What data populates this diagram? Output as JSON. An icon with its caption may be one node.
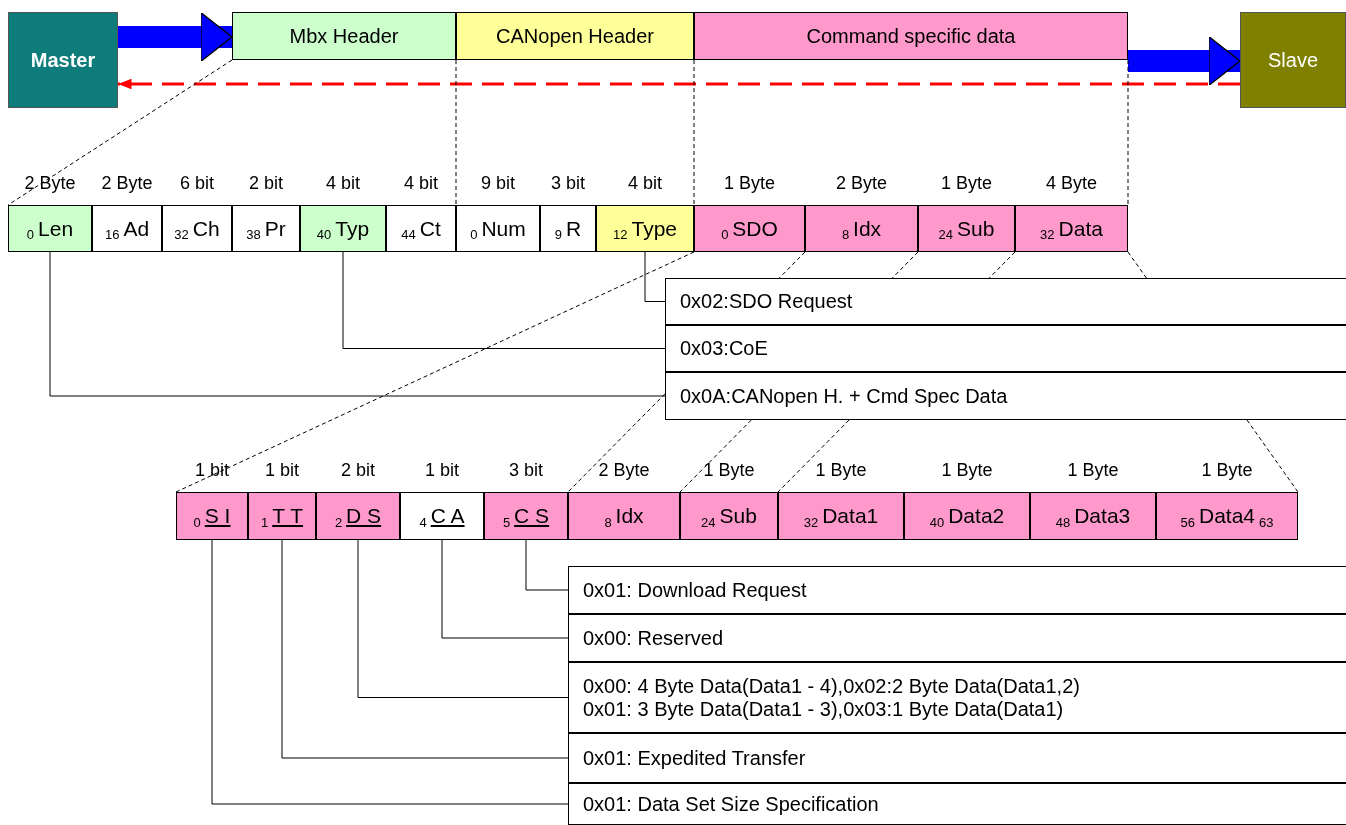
{
  "diagram": {
    "nodes": [
      {
        "text": [
          "Master"
        ]
      },
      {
        "text": [
          "Mbx Header"
        ]
      },
      {
        "text": [
          "CANopen Header"
        ]
      },
      {
        "text": [
          "Command specific data"
        ]
      },
      {
        "text": [
          "Slave"
        ]
      },
      {
        "text": [
          "0",
          "Len"
        ],
        "beside": [
          "2 Byte"
        ]
      },
      {
        "text": [
          "16",
          "Ad"
        ],
        "beside": [
          "2 Byte"
        ]
      },
      {
        "text": [
          "32",
          "Ch"
        ],
        "beside": [
          "6 bit"
        ]
      },
      {
        "text": [
          "38",
          "Pr"
        ],
        "beside": [
          "2 bit"
        ]
      },
      {
        "text": [
          "40",
          "Typ"
        ],
        "beside": [
          "4 bit"
        ]
      },
      {
        "text": [
          "44",
          "Ct"
        ],
        "beside": [
          "4 bit"
        ]
      },
      {
        "text": [
          "0",
          "Num"
        ],
        "beside": [
          "9 bit"
        ]
      },
      {
        "text": [
          "9",
          "R"
        ],
        "beside": [
          "3 bit"
        ]
      },
      {
        "text": [
          "12",
          "Type"
        ],
        "beside": [
          "4 bit"
        ]
      },
      {
        "text": [
          "0",
          "SDO"
        ],
        "beside": [
          "1 Byte"
        ]
      },
      {
        "text": [
          "8",
          "Idx"
        ],
        "beside": [
          "2 Byte"
        ]
      },
      {
        "text": [
          "24",
          "Sub"
        ],
        "beside": [
          "1 Byte"
        ]
      },
      {
        "text": [
          "32",
          "Data"
        ],
        "beside": [
          "4 Byte"
        ]
      },
      {
        "text": [
          "0x02:SDO Request"
        ]
      },
      {
        "text": [
          "0x03:CoE"
        ]
      },
      {
        "text": [
          "0x0A:CANopen H. + Cmd Spec Data"
        ]
      },
      {
        "text": [
          "0",
          "S I"
        ],
        "beside": [
          "1 bit"
        ]
      },
      {
        "text": [
          "1",
          "T T"
        ],
        "beside": [
          "1 bit"
        ]
      },
      {
        "text": [
          "2",
          "D S"
        ],
        "beside": [
          "2 bit"
        ]
      },
      {
        "text": [
          "4",
          "C A"
        ],
        "beside": [
          "1 bit"
        ]
      },
      {
        "text": [
          "5",
          "C S"
        ],
        "beside": [
          "3 bit"
        ]
      },
      {
        "text": [
          "8",
          "Idx"
        ],
        "beside": [
          "2 Byte"
        ]
      },
      {
        "text": [
          "24",
          "Sub"
        ],
        "beside": [
          "1 Byte"
        ]
      },
      {
        "text": [
          "32",
          "Data1"
        ],
        "beside": [
          "1 Byte"
        ]
      },
      {
        "text": [
          "40",
          "Data2"
        ],
        "beside": [
          "1 Byte"
        ]
      },
      {
        "text": [
          "48",
          "Data3"
        ],
        "beside": [
          "1 Byte"
        ]
      },
      {
        "text": [
          "56",
          "Data4",
          "63"
        ],
        "beside": [
          "1 Byte"
        ]
      },
      {
        "text": [
          "0x01: Download Request"
        ]
      },
      {
        "text": [
          "0x00: Reserved"
        ]
      },
      {
        "text": [
          "0x00: 4 Byte Data(Data1 - 4),0x02:2 Byte Data(Data1,2)",
          "0x01: 3 Byte Data(Data1 - 3),0x03:1 Byte Data(Data1)"
        ]
      },
      {
        "text": [
          "0x01: Expedited Transfer"
        ]
      },
      {
        "text": [
          "0x01: Data Set Size Specification"
        ]
      }
    ],
    "edges": [
      {
        "from": 0,
        "to": 1,
        "arrow": "to",
        "style": "thick",
        "color": "#0000ff"
      },
      {
        "from": 3,
        "to": 4,
        "arrow": "to",
        "style": "thick",
        "color": "#0000ff"
      },
      {
        "from": 4,
        "to": 0,
        "arrow": "to",
        "style": "dashed",
        "color": "#ff0000"
      },
      {
        "from": 1,
        "to": 5,
        "arrow": "none",
        "style": "dashed"
      },
      {
        "from": 2,
        "to": 11,
        "arrow": "none",
        "style": "dashed"
      },
      {
        "from": 3,
        "to": 14,
        "arrow": "none",
        "style": "dashed"
      },
      {
        "from": 3,
        "to": 17,
        "arrow": "none",
        "style": "dashed"
      },
      {
        "from": 13,
        "to": 18,
        "arrow": "none"
      },
      {
        "from": 9,
        "to": 19,
        "arrow": "none"
      },
      {
        "from": 5,
        "to": 20,
        "arrow": "none"
      },
      {
        "from": 14,
        "to": 21,
        "arrow": "none",
        "style": "dashed"
      },
      {
        "from": 20,
        "to": 26,
        "arrow": "none",
        "style": "dashed"
      },
      {
        "from": 20,
        "to": 27,
        "arrow": "none",
        "style": "dashed"
      },
      {
        "from": 20,
        "to": 28,
        "arrow": "none",
        "style": "dashed"
      },
      {
        "from": 20,
        "to": 31,
        "arrow": "none",
        "style": "dashed"
      },
      {
        "from": 15,
        "to": 18,
        "arrow": "none",
        "style": "dashed"
      },
      {
        "from": 16,
        "to": 18,
        "arrow": "none",
        "style": "dashed"
      },
      {
        "from": 17,
        "to": 18,
        "arrow": "none",
        "style": "dashed"
      },
      {
        "from": 17,
        "to": 18,
        "arrow": "none",
        "style": "dashed"
      },
      {
        "from": 25,
        "to": 32,
        "arrow": "none"
      },
      {
        "from": 24,
        "to": 33,
        "arrow": "none"
      },
      {
        "from": 23,
        "to": 34,
        "arrow": "none"
      },
      {
        "from": 22,
        "to": 35,
        "arrow": "none"
      },
      {
        "from": 21,
        "to": 36,
        "arrow": "none"
      }
    ]
  }
}
